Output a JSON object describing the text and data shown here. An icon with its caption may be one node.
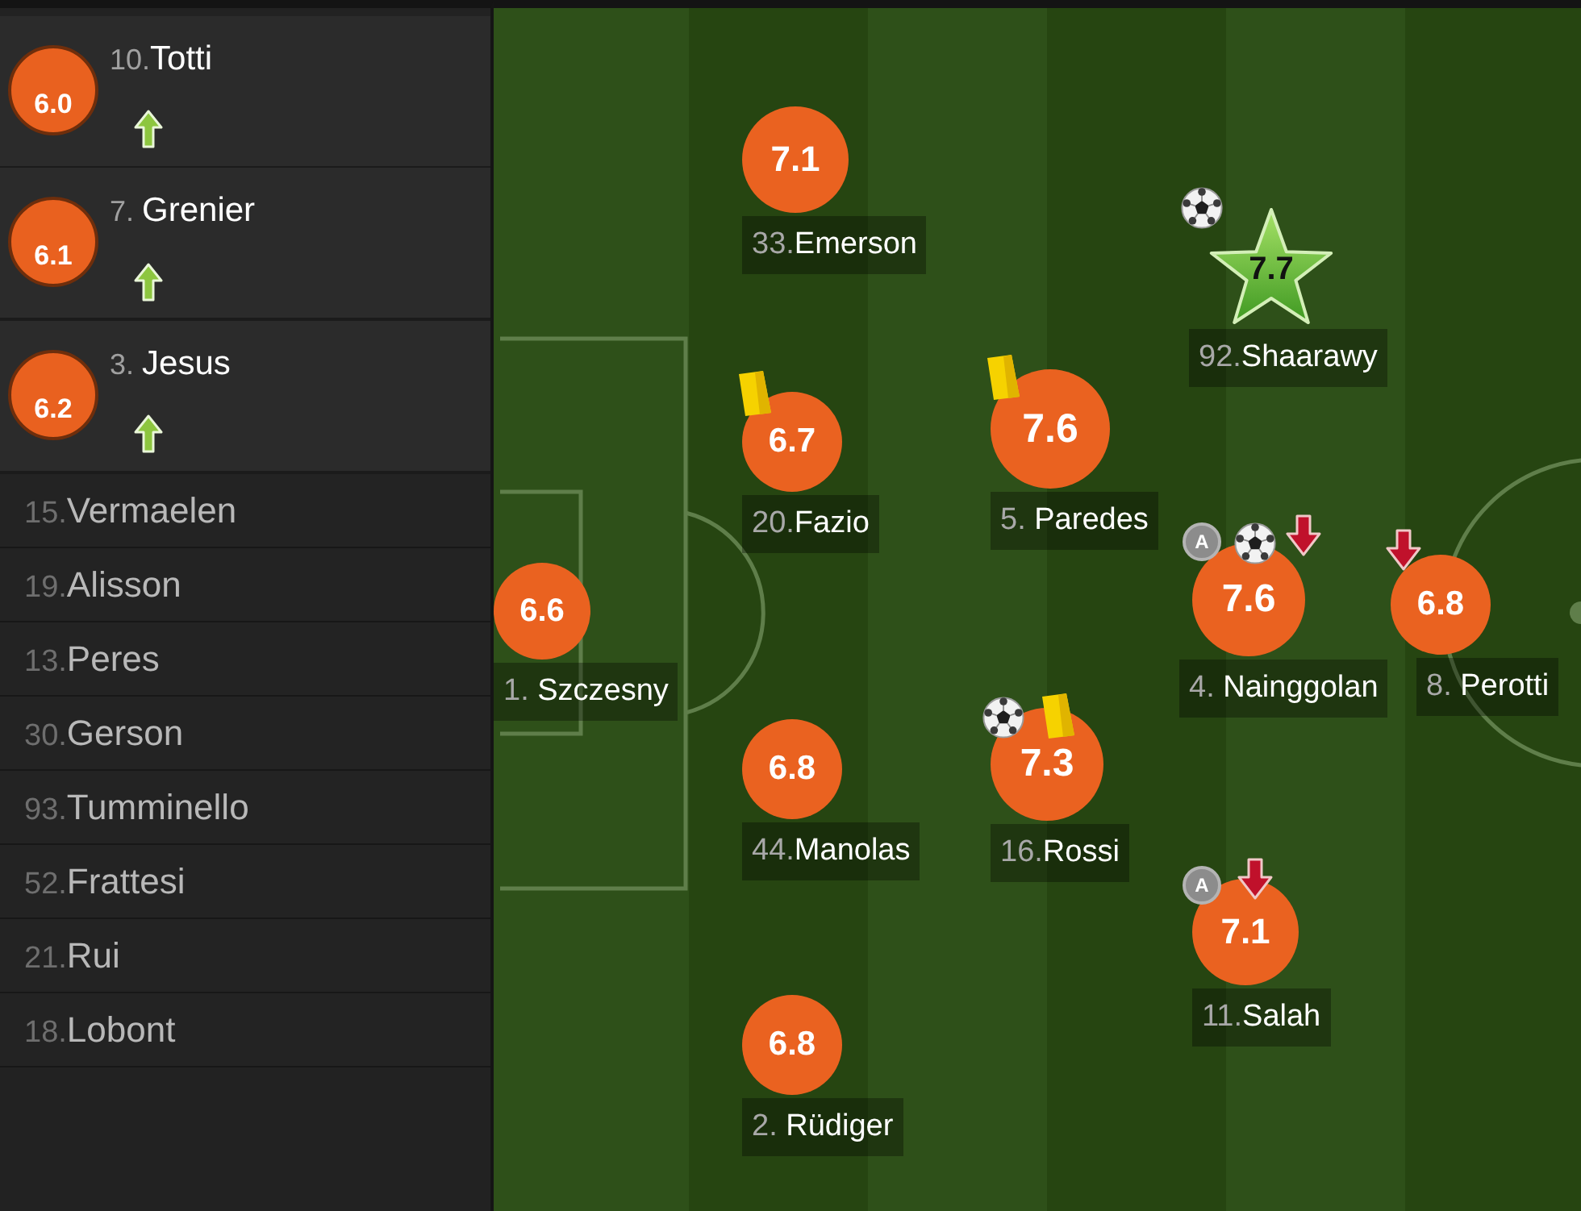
{
  "diagram": {
    "nodes": [
      {
        "text": [
          "10.Totti"
        ]
      },
      {
        "text": [
          "6.0"
        ],
        "in": 0
      },
      {
        "text": [
          "7. Grenier"
        ]
      },
      {
        "text": [
          "6.1"
        ],
        "in": 2
      },
      {
        "text": [
          "3. Jesus"
        ]
      },
      {
        "text": [
          "6.2"
        ],
        "in": 4
      },
      {
        "text": [
          "15.Vermaelen"
        ]
      },
      {
        "text": [
          "19.Alisson"
        ]
      },
      {
        "text": [
          "13.Peres"
        ]
      },
      {
        "text": [
          "30.Gerson"
        ]
      },
      {
        "text": [
          "93.Tumminello"
        ]
      },
      {
        "text": [
          "52.Frattesi"
        ]
      },
      {
        "text": [
          "21.Rui"
        ]
      },
      {
        "text": [
          "18.Lobont"
        ]
      },
      {
        "text": [
          "7.1"
        ],
        "beside": [
          "33.Emerson"
        ]
      },
      {
        "text": [
          "7.7"
        ],
        "beside": [
          "92.Shaarawy"
        ]
      },
      {
        "text": [
          "6.7"
        ],
        "beside": [
          "20.Fazio"
        ]
      },
      {
        "text": [
          "7.6"
        ],
        "beside": [
          "5. Paredes"
        ]
      },
      {
        "text": [
          "6.6"
        ],
        "beside": [
          "1. Szczesny"
        ]
      },
      {
        "text": [
          "A"
        ]
      },
      {
        "text": [
          "7.6"
        ],
        "beside": [
          "4. Nainggolan"
        ]
      },
      {
        "text": [
          "6.8"
        ],
        "beside": [
          "8. Perotti"
        ]
      },
      {
        "text": [
          "6.8"
        ],
        "beside": [
          "44.Manolas"
        ]
      },
      {
        "text": [
          "7.3"
        ],
        "beside": [
          "16.Rossi"
        ]
      },
      {
        "text": [
          "A"
        ]
      },
      {
        "text": [
          "7.1"
        ],
        "beside": [
          "11.Salah"
        ]
      },
      {
        "text": [
          "6.8"
        ],
        "beside": [
          "2. Rüdiger"
        ]
      }
    ]
  }
}
